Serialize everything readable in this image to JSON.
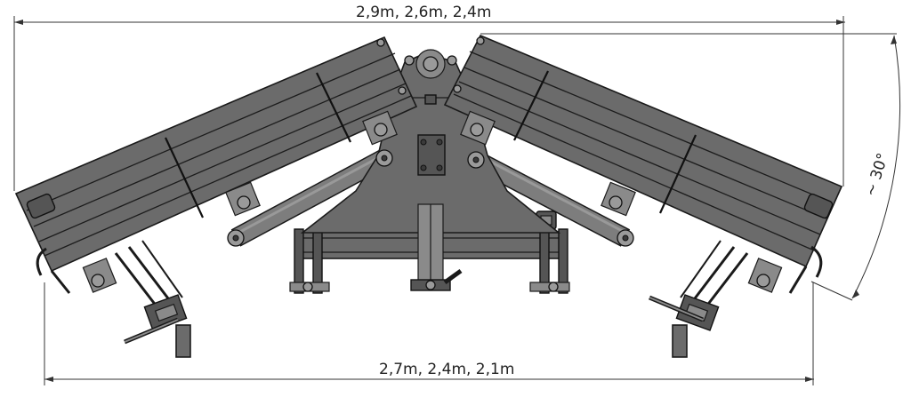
{
  "dimensions": {
    "top_width": "2,9m, 2,6m, 2,4m",
    "bottom_width": "2,7m, 2,4m, 2,1m",
    "angle": "~ 30°"
  },
  "colors": {
    "steel": "#6b6b6b",
    "steel_dark": "#555555",
    "outline": "#1a1a1a",
    "dimension": "#333333"
  }
}
